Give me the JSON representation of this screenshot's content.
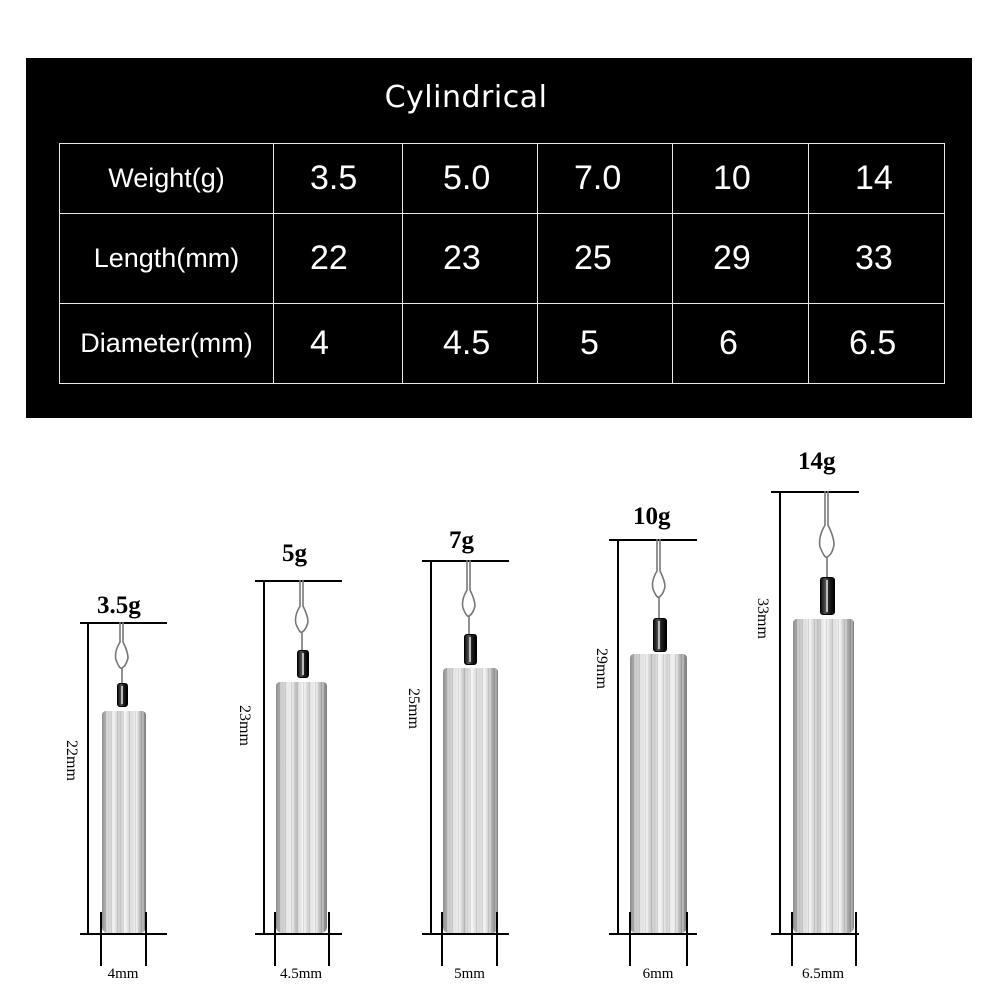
{
  "spec_table": {
    "title": "Cylindrical",
    "rows": [
      {
        "label": "Weight(g)",
        "values": [
          "3.5",
          "5.0",
          "7.0",
          "10",
          "14"
        ]
      },
      {
        "label": "Length(mm)",
        "values": [
          "22",
          "23",
          "25",
          "29",
          "33"
        ]
      },
      {
        "label": "Diameter(mm)",
        "values": [
          "4",
          "4.5",
          "5",
          "6",
          "6.5"
        ]
      }
    ]
  },
  "sinkers": [
    {
      "weight_label": "3.5g",
      "length_label": "22mm",
      "diameter_label": "4mm"
    },
    {
      "weight_label": "5g",
      "length_label": "23mm",
      "diameter_label": "4.5mm"
    },
    {
      "weight_label": "7g",
      "length_label": "25mm",
      "diameter_label": "5mm"
    },
    {
      "weight_label": "10g",
      "length_label": "29mm",
      "diameter_label": "6mm"
    },
    {
      "weight_label": "14g",
      "length_label": "33mm",
      "diameter_label": "6.5mm"
    }
  ],
  "colors": {
    "panel_background": "#000000",
    "panel_text": "#ffffff",
    "page_background": "#ffffff",
    "dimension_lines": "#000000"
  }
}
